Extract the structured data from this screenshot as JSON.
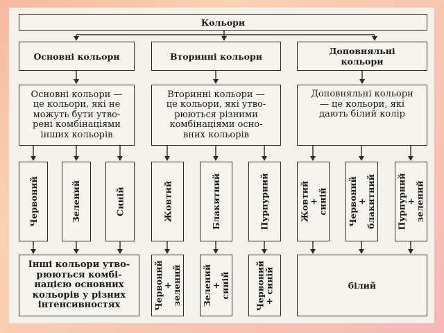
{
  "top": {
    "label": "Кольори"
  },
  "columns": [
    {
      "header": "Основні кольори",
      "definition": "Основні кольори —\nце кольори, які не\nможуть бути утво-\nрені комбінаціями\nінших кольорів",
      "items": [
        "Червоний",
        "Зелений",
        "Синій"
      ],
      "bottom": [
        "Інші кольори утво-\nрюються комбі-\nнацією основних\nкольорів у різних\nінтенсивностях"
      ]
    },
    {
      "header": "Вторинні кольори",
      "definition": "Вторинні кольори —\nце кольори, які утво-\nрюються різними\nкомбінаціями осно-\nвних кольорів",
      "items": [
        "Жовтий",
        "Блакитний",
        "Пурпурний"
      ],
      "bottom": [
        "Червоний\n+ зелений",
        "Зелений +\nсиній",
        "Червоний\n+ синій"
      ]
    },
    {
      "header": "Доповняльні\nкольори",
      "definition": "Доповняльні кольори\n— це кольори, які\nдають білий колір",
      "items": [
        "Жовтий +\nсиній",
        "Червоний +\nблакитний",
        "Пурпурний +\nзелений"
      ],
      "bottom": [
        "білий"
      ]
    }
  ]
}
